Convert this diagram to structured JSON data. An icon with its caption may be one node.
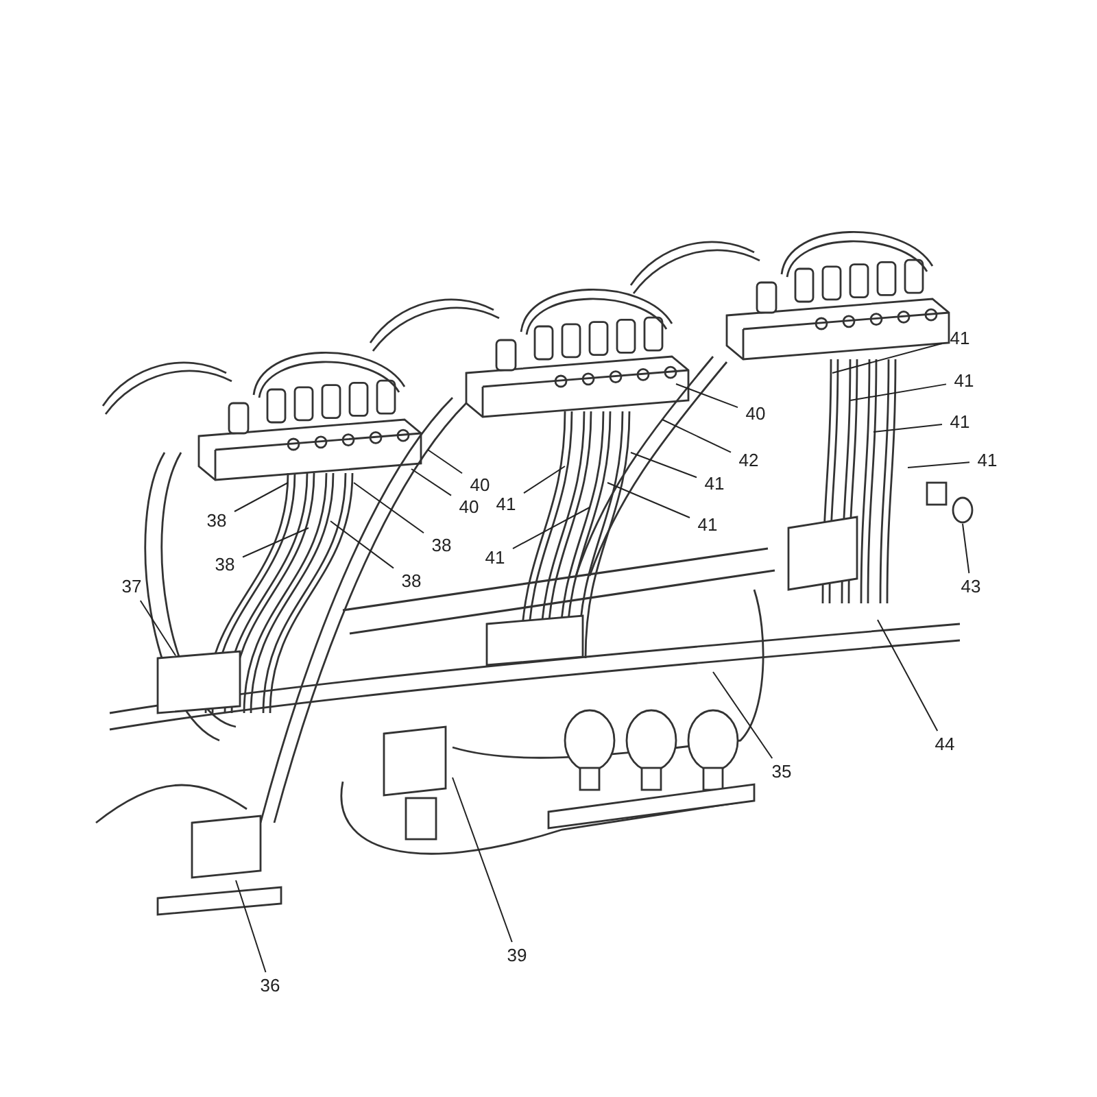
{
  "diagram": {
    "nodes": [
      {
        "text": [
          "41"
        ]
      },
      {
        "text": [
          "41"
        ]
      },
      {
        "text": [
          "41"
        ]
      },
      {
        "text": [
          "40"
        ]
      },
      {
        "text": [
          "42"
        ]
      },
      {
        "text": [
          "41"
        ]
      },
      {
        "text": [
          "40"
        ]
      },
      {
        "text": [
          "40"
        ]
      },
      {
        "text": [
          "41"
        ]
      },
      {
        "text": [
          "41"
        ]
      },
      {
        "text": [
          "38"
        ]
      },
      {
        "text": [
          "41"
        ]
      },
      {
        "text": [
          "38"
        ]
      },
      {
        "text": [
          "38"
        ]
      },
      {
        "text": [
          "41"
        ]
      },
      {
        "text": [
          "38"
        ]
      },
      {
        "text": [
          "37"
        ]
      },
      {
        "text": [
          "43"
        ]
      },
      {
        "text": [
          "44"
        ]
      },
      {
        "text": [
          "35"
        ]
      },
      {
        "text": [
          "39"
        ]
      },
      {
        "text": [
          "36"
        ]
      }
    ],
    "edges": [
      {
        "from": 0,
        "to": null,
        "arrow": "none"
      },
      {
        "from": 1,
        "to": null,
        "arrow": "none"
      },
      {
        "from": 2,
        "to": null,
        "arrow": "none"
      },
      {
        "from": 3,
        "to": null,
        "arrow": "none"
      },
      {
        "from": 4,
        "to": null,
        "arrow": "none"
      },
      {
        "from": 5,
        "to": null,
        "arrow": "none"
      },
      {
        "from": 6,
        "to": null,
        "arrow": "none"
      },
      {
        "from": 7,
        "to": null,
        "arrow": "none"
      },
      {
        "from": 8,
        "to": null,
        "arrow": "none"
      },
      {
        "from": 9,
        "to": null,
        "arrow": "none"
      },
      {
        "from": 10,
        "to": null,
        "arrow": "none"
      },
      {
        "from": 11,
        "to": null,
        "arrow": "none"
      },
      {
        "from": 12,
        "to": null,
        "arrow": "none"
      },
      {
        "from": 13,
        "to": null,
        "arrow": "none"
      },
      {
        "from": 14,
        "to": null,
        "arrow": "none"
      },
      {
        "from": 15,
        "to": null,
        "arrow": "none"
      },
      {
        "from": 16,
        "to": null,
        "arrow": "none"
      },
      {
        "from": 17,
        "to": null,
        "arrow": "none"
      },
      {
        "from": 18,
        "to": null,
        "arrow": "none"
      },
      {
        "from": 19,
        "to": null,
        "arrow": "none"
      },
      {
        "from": 20,
        "to": null,
        "arrow": "none"
      },
      {
        "from": 21,
        "to": null,
        "arrow": "none"
      }
    ]
  }
}
